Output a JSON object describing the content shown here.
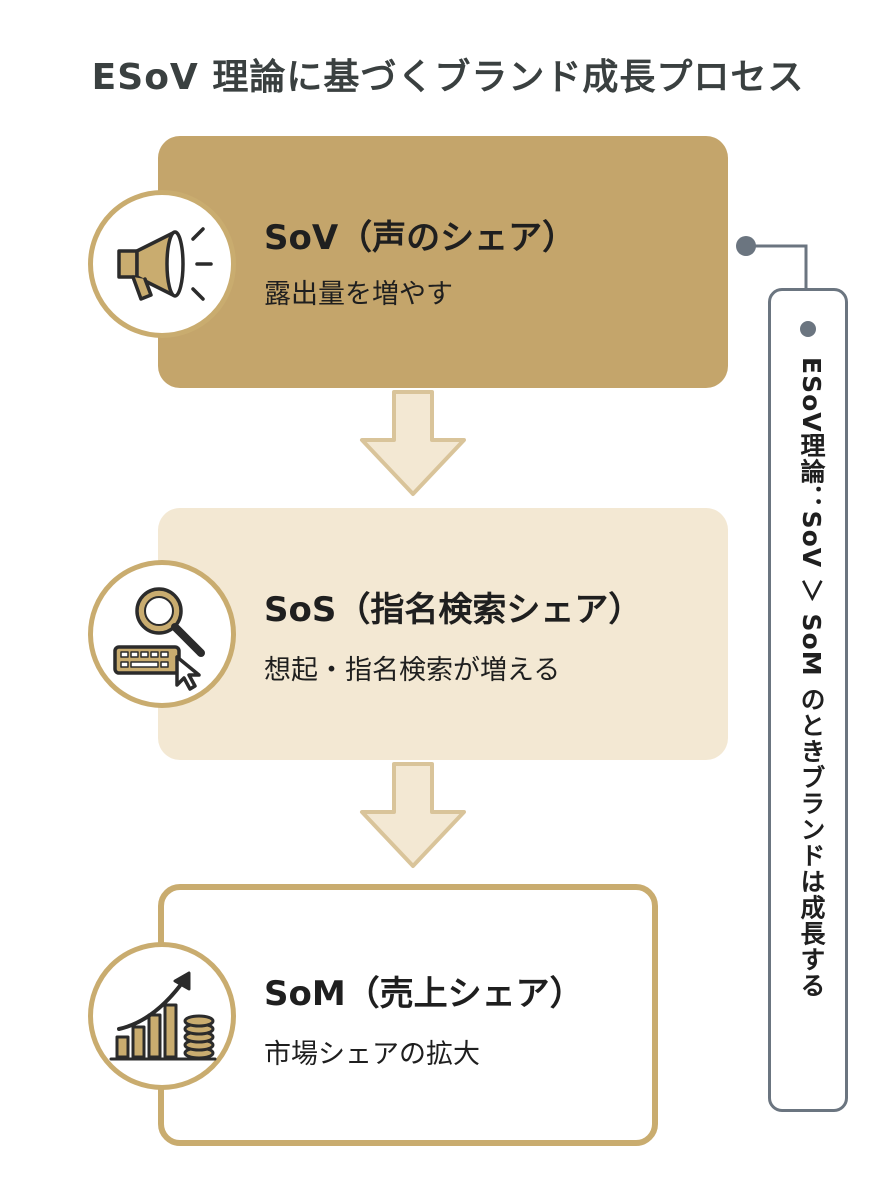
{
  "title": "ESoV 理論に基づくブランド成長プロセス",
  "stages": [
    {
      "heading": "SoV（声のシェア）",
      "sub": "露出量を増やす",
      "icon": "megaphone-icon"
    },
    {
      "heading": "SoS（指名検索シェア）",
      "sub": "想起・指名検索が増える",
      "icon": "search-keyboard-icon"
    },
    {
      "heading": "SoM（売上シェア）",
      "sub": "市場シェアの拡大",
      "icon": "growth-chart-icon"
    }
  ],
  "side_note": "ESoV理論：SoV ＞ SoM のときブランドは成長する",
  "colors": {
    "gold": "#c4a56b",
    "cream": "#f3e8d3",
    "border_gold": "#c9ac6f",
    "slate": "#6b7580",
    "title": "#3a4040"
  }
}
